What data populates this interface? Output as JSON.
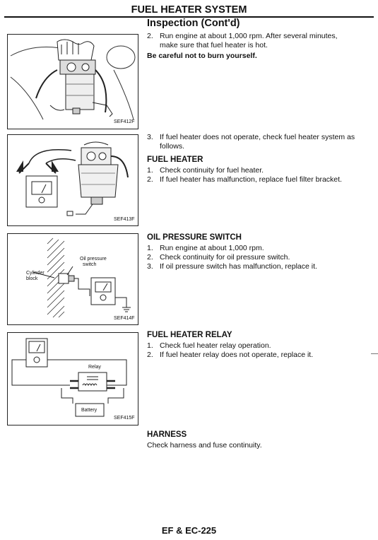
{
  "header": {
    "title": "FUEL HEATER SYSTEM",
    "subtitle": "Inspection (Cont'd)"
  },
  "figures": {
    "fig1": {
      "code": "SEF412F"
    },
    "fig2": {
      "code": "SEF413F"
    },
    "fig3": {
      "code": "SEF414F",
      "label_oil_switch_1": "Oil pressure",
      "label_oil_switch_2": "switch",
      "label_cyl_1": "Cylinder",
      "label_cyl_2": "block"
    },
    "fig4": {
      "code": "SEF415F",
      "label_relay": "Relay",
      "label_battery": "Battery"
    }
  },
  "sections": {
    "step2": {
      "num": "2.",
      "text1": "Run engine at about 1,000 rpm. After several minutes,",
      "text2": "make sure that fuel heater is hot.",
      "warning": "Be careful not to burn yourself."
    },
    "step3": {
      "num": "3.",
      "text1": "If fuel heater does not operate, check fuel heater system as",
      "text2": "follows."
    },
    "fuel_heater": {
      "heading": "FUEL HEATER",
      "items": [
        {
          "num": "1.",
          "text": "Check continuity for fuel heater."
        },
        {
          "num": "2.",
          "text": "If fuel heater has malfunction, replace fuel filter bracket."
        }
      ]
    },
    "oil_switch": {
      "heading": "OIL PRESSURE SWITCH",
      "items": [
        {
          "num": "1.",
          "text": "Run engine at about 1,000 rpm."
        },
        {
          "num": "2.",
          "text": "Check continuity for oil pressure switch."
        },
        {
          "num": "3.",
          "text": "If oil pressure switch has malfunction, replace it."
        }
      ]
    },
    "relay": {
      "heading": "FUEL HEATER RELAY",
      "items": [
        {
          "num": "1.",
          "text": "Check fuel heater relay operation."
        },
        {
          "num": "2.",
          "text": "If fuel heater relay does not operate, replace it."
        }
      ]
    },
    "harness": {
      "heading": "HARNESS",
      "text": "Check harness and fuse continuity."
    }
  },
  "footer": {
    "page": "EF & EC-225"
  }
}
